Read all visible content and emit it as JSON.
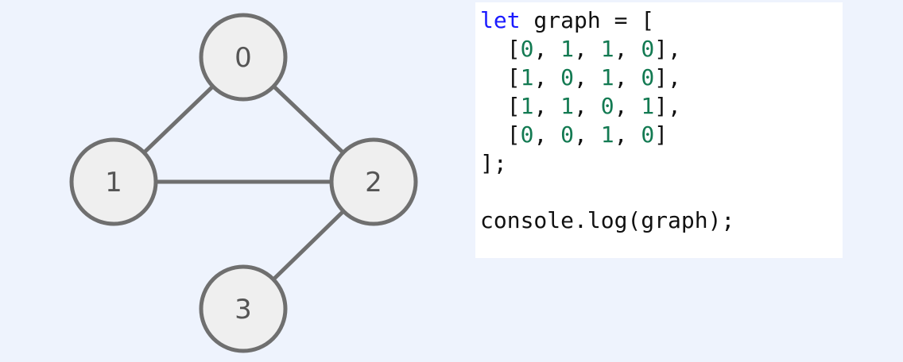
{
  "graph": {
    "nodes": [
      {
        "id": "0",
        "label": "0"
      },
      {
        "id": "1",
        "label": "1"
      },
      {
        "id": "2",
        "label": "2"
      },
      {
        "id": "3",
        "label": "3"
      }
    ],
    "edges": [
      {
        "from": "0",
        "to": "1"
      },
      {
        "from": "0",
        "to": "2"
      },
      {
        "from": "1",
        "to": "2"
      },
      {
        "from": "2",
        "to": "3"
      }
    ],
    "node_fill": "#efefef",
    "node_stroke": "#6f6f6f",
    "edge_color": "#6f6f6f"
  },
  "code": {
    "keyword": "let",
    "declaration": " graph = [",
    "matrix": [
      [
        "0",
        "1",
        "1",
        "0"
      ],
      [
        "1",
        "0",
        "1",
        "0"
      ],
      [
        "1",
        "1",
        "0",
        "1"
      ],
      [
        "0",
        "0",
        "1",
        "0"
      ]
    ],
    "closing": "];",
    "log_statement": "console.log(graph);",
    "keyword_color": "#1a1aff",
    "number_color": "#137a52"
  }
}
